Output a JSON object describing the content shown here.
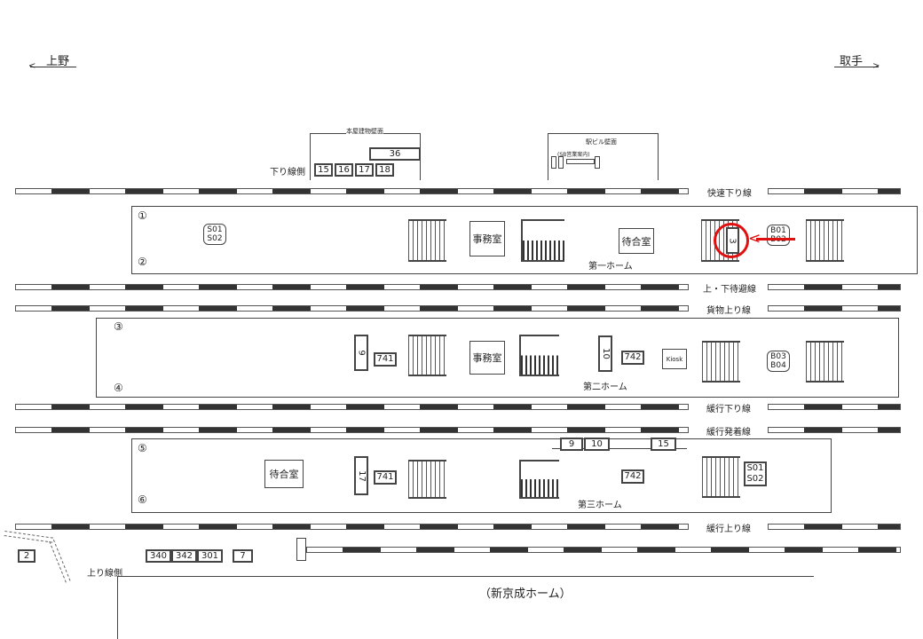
{
  "directions": {
    "left": "上野",
    "right": "取手"
  },
  "walls": {
    "main_building": "本屋建物壁面",
    "station_building": "駅ビル壁面",
    "sb_info": "(SB営業案内)"
  },
  "sides": {
    "down": "下り線側",
    "up": "上り線側"
  },
  "tracks": [
    "快速下り線",
    "上・下待避線",
    "貨物上り線",
    "緩行下り線",
    "緩行発着線",
    "緩行上り線"
  ],
  "platforms": {
    "p1": "第一ホーム",
    "p2": "第二ホーム",
    "p3": "第三ホーム"
  },
  "track_numbers": [
    "①",
    "②",
    "③",
    "④",
    "⑤",
    "⑥"
  ],
  "rooms": {
    "office": "事務室",
    "waiting": "待合室",
    "kiosk": "Kiosk"
  },
  "top_boards": {
    "b36": "36",
    "b15": "15",
    "b16": "16",
    "b17": "17",
    "b18": "18"
  },
  "p1_items": {
    "s01": "S01",
    "s02": "S02",
    "b01": "B01",
    "b02": "B02",
    "highlight": "3"
  },
  "p2_items": {
    "v9": "9",
    "b741": "741",
    "v10": "10",
    "b742": "742",
    "b03": "B03",
    "b04": "B04"
  },
  "p3_items": {
    "b9": "9",
    "b10": "10",
    "b15": "15",
    "v17": "17",
    "b741": "741",
    "b742": "742",
    "s01": "S01",
    "s02": "S02"
  },
  "bottom_boards": {
    "b2": "2",
    "b340": "340",
    "b342": "342",
    "b301": "301",
    "b7": "7"
  },
  "keisei": "（新京成ホーム）",
  "colors": {
    "highlight": "#e01010"
  }
}
